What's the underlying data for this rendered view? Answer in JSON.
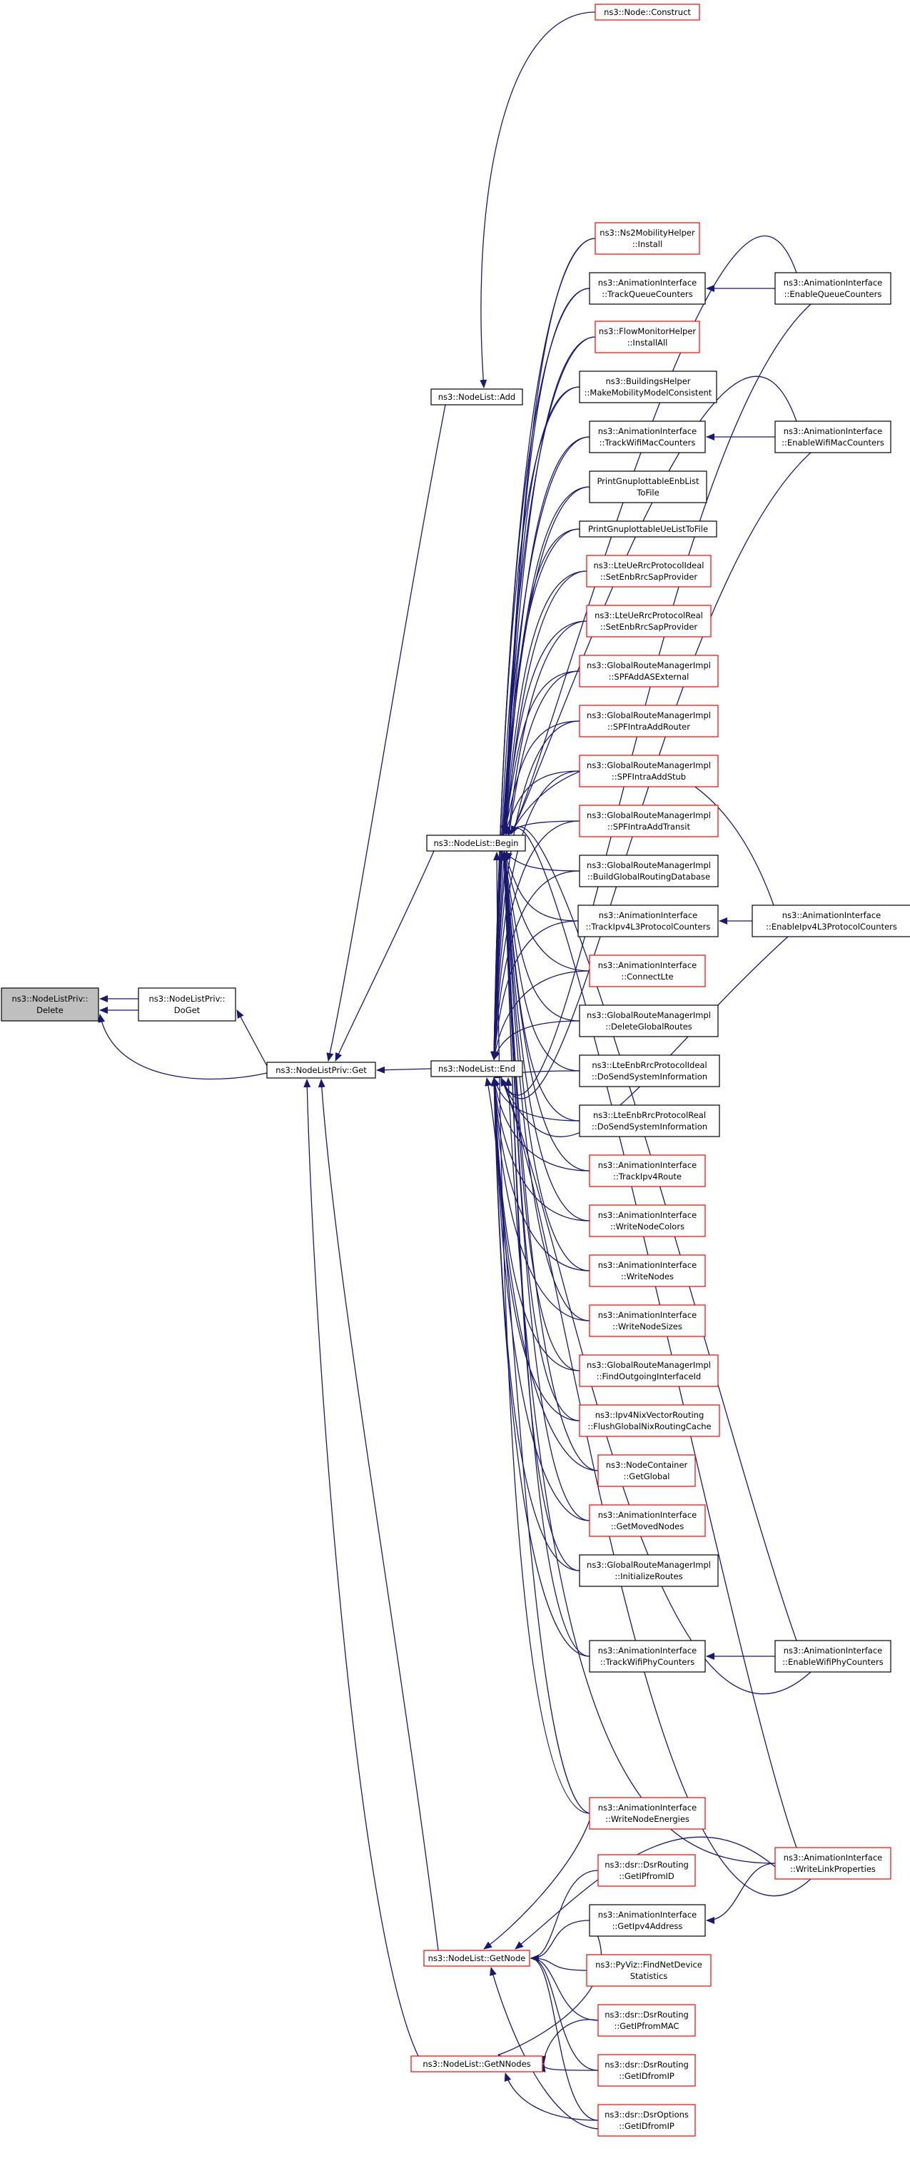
{
  "colors": {
    "edge": "#191970",
    "border_black": "#000000",
    "border_red": "#ff0000",
    "fill": "#ffffff",
    "fill_selected": "#bfbfbf"
  },
  "nodes": {
    "root": {
      "lines": [
        "ns3::NodeListPriv::",
        "Delete"
      ],
      "border": "black",
      "selected": true
    },
    "doget": {
      "lines": [
        "ns3::NodeListPriv::",
        "DoGet"
      ],
      "border": "black"
    },
    "privget": {
      "lines": [
        "ns3::NodeListPriv::Get"
      ],
      "border": "black"
    },
    "add": {
      "lines": [
        "ns3::NodeList::Add"
      ],
      "border": "black"
    },
    "begin": {
      "lines": [
        "ns3::NodeList::Begin"
      ],
      "border": "black"
    },
    "end": {
      "lines": [
        "ns3::NodeList::End"
      ],
      "border": "black"
    },
    "getnode": {
      "lines": [
        "ns3::NodeList::GetNode"
      ],
      "border": "red"
    },
    "getnnodes": {
      "lines": [
        "ns3::NodeList::GetNNodes"
      ],
      "border": "red"
    },
    "construct": {
      "lines": [
        "ns3::Node::Construct"
      ],
      "border": "red"
    },
    "ns2": {
      "lines": [
        "ns3::Ns2MobilityHelper",
        "::Install"
      ],
      "border": "red"
    },
    "tqc": {
      "lines": [
        "ns3::AnimationInterface",
        "::TrackQueueCounters"
      ],
      "border": "black"
    },
    "fmh": {
      "lines": [
        "ns3::FlowMonitorHelper",
        "::InstallAll"
      ],
      "border": "red"
    },
    "bh": {
      "lines": [
        "ns3::BuildingsHelper",
        "::MakeMobilityModelConsistent"
      ],
      "border": "black"
    },
    "twmc": {
      "lines": [
        "ns3::AnimationInterface",
        "::TrackWifiMacCounters"
      ],
      "border": "black"
    },
    "pgenb": {
      "lines": [
        "PrintGnuplottableEnbList",
        "ToFile"
      ],
      "border": "black"
    },
    "pgue": {
      "lines": [
        "PrintGnuplottableUeListToFile"
      ],
      "border": "black"
    },
    "lteuideal": {
      "lines": [
        "ns3::LteUeRrcProtocolIdeal",
        "::SetEnbRrcSapProvider"
      ],
      "border": "red"
    },
    "lteureal": {
      "lines": [
        "ns3::LteUeRrcProtocolReal",
        "::SetEnbRrcSapProvider"
      ],
      "border": "red"
    },
    "grmext": {
      "lines": [
        "ns3::GlobalRouteManagerImpl",
        "::SPFAddASExternal"
      ],
      "border": "red"
    },
    "grmrouter": {
      "lines": [
        "ns3::GlobalRouteManagerImpl",
        "::SPFIntraAddRouter"
      ],
      "border": "red"
    },
    "grmstub": {
      "lines": [
        "ns3::GlobalRouteManagerImpl",
        "::SPFIntraAddStub"
      ],
      "border": "red"
    },
    "grmtransit": {
      "lines": [
        "ns3::GlobalRouteManagerImpl",
        "::SPFIntraAddTransit"
      ],
      "border": "red"
    },
    "grmbuild": {
      "lines": [
        "ns3::GlobalRouteManagerImpl",
        "::BuildGlobalRoutingDatabase"
      ],
      "border": "black"
    },
    "tipv4l3": {
      "lines": [
        "ns3::AnimationInterface",
        "::TrackIpv4L3ProtocolCounters"
      ],
      "border": "black"
    },
    "connectlte": {
      "lines": [
        "ns3::AnimationInterface",
        "::ConnectLte"
      ],
      "border": "red"
    },
    "grmdelete": {
      "lines": [
        "ns3::GlobalRouteManagerImpl",
        "::DeleteGlobalRoutes"
      ],
      "border": "black"
    },
    "lteenbideal": {
      "lines": [
        "ns3::LteEnbRrcProtocolIdeal",
        "::DoSendSystemInformation"
      ],
      "border": "black"
    },
    "lteenbreal": {
      "lines": [
        "ns3::LteEnbRrcProtocolReal",
        "::DoSendSystemInformation"
      ],
      "border": "black"
    },
    "tipv4route": {
      "lines": [
        "ns3::AnimationInterface",
        "::TrackIpv4Route"
      ],
      "border": "red"
    },
    "wncolors": {
      "lines": [
        "ns3::AnimationInterface",
        "::WriteNodeColors"
      ],
      "border": "red"
    },
    "wnodes": {
      "lines": [
        "ns3::AnimationInterface",
        "::WriteNodes"
      ],
      "border": "red"
    },
    "wnsizes": {
      "lines": [
        "ns3::AnimationInterface",
        "::WriteNodeSizes"
      ],
      "border": "red"
    },
    "grmfind": {
      "lines": [
        "ns3::GlobalRouteManagerImpl",
        "::FindOutgoingInterfaceId"
      ],
      "border": "red"
    },
    "nixflush": {
      "lines": [
        "ns3::Ipv4NixVectorRouting",
        "::FlushGlobalNixRoutingCache"
      ],
      "border": "red"
    },
    "ncglobal": {
      "lines": [
        "ns3::NodeContainer",
        "::GetGlobal"
      ],
      "border": "red"
    },
    "gmoved": {
      "lines": [
        "ns3::AnimationInterface",
        "::GetMovedNodes"
      ],
      "border": "red"
    },
    "grminit": {
      "lines": [
        "ns3::GlobalRouteManagerImpl",
        "::InitializeRoutes"
      ],
      "border": "black"
    },
    "twphy": {
      "lines": [
        "ns3::AnimationInterface",
        "::TrackWifiPhyCounters"
      ],
      "border": "black"
    },
    "wnenergy": {
      "lines": [
        "ns3::AnimationInterface",
        "::WriteNodeEnergies"
      ],
      "border": "red"
    },
    "getipfromid": {
      "lines": [
        "ns3::dsr::DsrRouting",
        "::GetIPfromID"
      ],
      "border": "red"
    },
    "getipv4": {
      "lines": [
        "ns3::AnimationInterface",
        "::GetIpv4Address"
      ],
      "border": "black"
    },
    "findnetdev": {
      "lines": [
        "ns3::PyViz::FindNetDevice",
        "Statistics"
      ],
      "border": "red"
    },
    "getipfrommac": {
      "lines": [
        "ns3::dsr::DsrRouting",
        "::GetIPfromMAC"
      ],
      "border": "red"
    },
    "getidfromip": {
      "lines": [
        "ns3::dsr::DsrRouting",
        "::GetIDfromIP"
      ],
      "border": "red"
    },
    "optgetid": {
      "lines": [
        "ns3::dsr::DsrOptions",
        "::GetIDfromIP"
      ],
      "border": "red"
    },
    "enqueue": {
      "lines": [
        "ns3::AnimationInterface",
        "::EnableQueueCounters"
      ],
      "border": "black"
    },
    "enwifimac": {
      "lines": [
        "ns3::AnimationInterface",
        "::EnableWifiMacCounters"
      ],
      "border": "black"
    },
    "enipv4l3": {
      "lines": [
        "ns3::AnimationInterface",
        "::EnableIpv4L3ProtocolCounters"
      ],
      "border": "black"
    },
    "enwifiphy": {
      "lines": [
        "ns3::AnimationInterface",
        "::EnableWifiPhyCounters"
      ],
      "border": "black"
    },
    "wlinkprops": {
      "lines": [
        "ns3::AnimationInterface",
        "::WriteLinkProperties"
      ],
      "border": "red"
    }
  }
}
